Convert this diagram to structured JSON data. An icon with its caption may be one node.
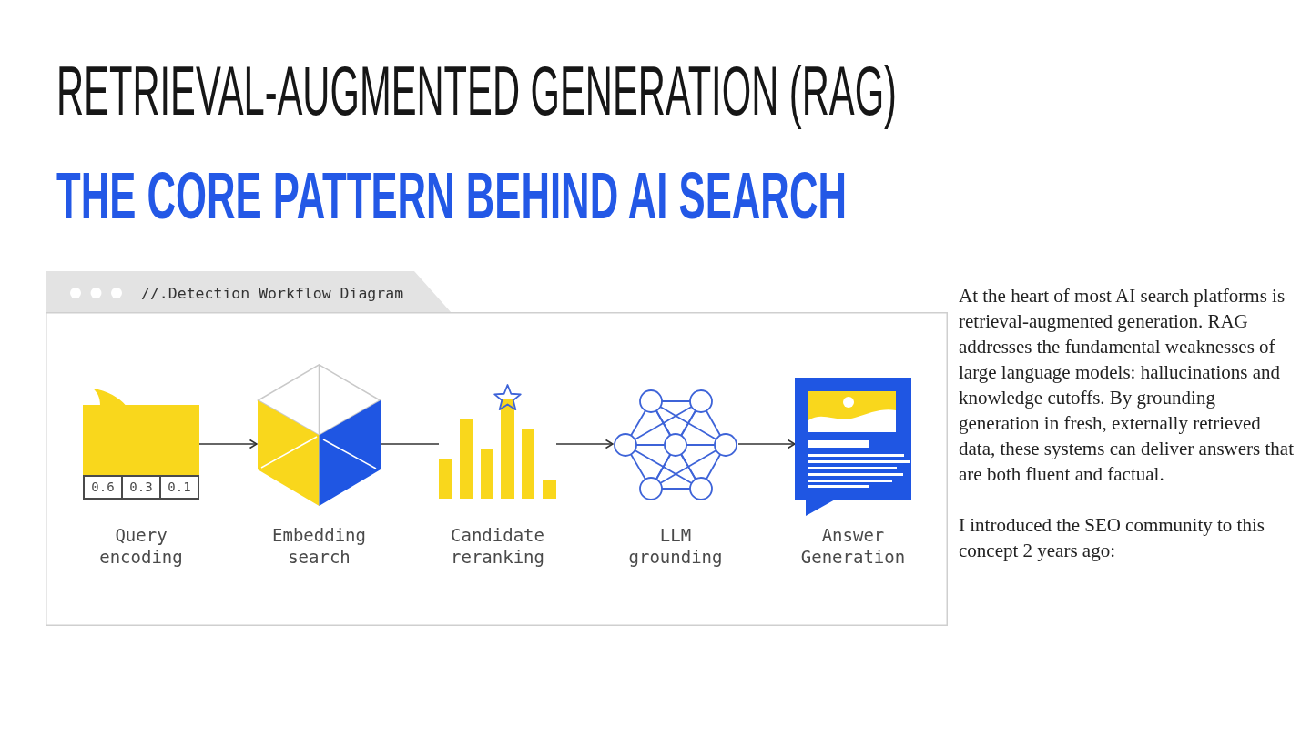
{
  "diagram": {
    "title": "RETRIEVAL-AUGMENTED GENERATION (RAG)",
    "nodes": [
      {
        "text": [
          "//.Detection Workflow Diagram"
        ]
      },
      {
        "text": [
          "0.6",
          "0.3",
          "0.1",
          "Query encoding"
        ],
        "in": 0
      },
      {
        "text": [
          "Embedding search"
        ],
        "in": 0
      },
      {
        "text": [
          "Candidate reranking"
        ],
        "in": 0
      },
      {
        "text": [
          "LLM grounding"
        ],
        "in": 0
      },
      {
        "text": [
          "Answer Generation"
        ],
        "in": 0
      }
    ],
    "edges": [
      {
        "from": 1,
        "to": 2,
        "arrow": "to"
      },
      {
        "from": 2,
        "to": 3,
        "arrow": "none"
      },
      {
        "from": 3,
        "to": 4,
        "arrow": "to"
      },
      {
        "from": 4,
        "to": 5,
        "arrow": "to"
      }
    ],
    "labels": [
      "THE CORE PATTERN BEHIND AI SEARCH",
      "At the heart of most AI search platforms is retrieval-augmented generation. RAG addresses the fundamental weaknesses of large language models: hallucinations and knowledge cutoffs. By grounding generation in fresh, externally retrieved data, these systems can deliver answers that are both fluent and factual.",
      "I introduced the SEO community to this concept 2 years ago:"
    ]
  }
}
